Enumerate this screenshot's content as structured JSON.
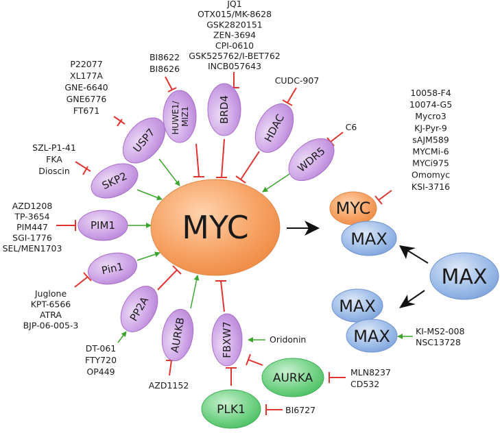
{
  "colors": {
    "purple": "#c79ce0",
    "orange": "#f5a468",
    "blue": "#8fb1e3",
    "green": "#66cc7a",
    "inhibit": "#e0322f",
    "activate": "#3aa42c",
    "arrow": "#111111"
  },
  "center": "MYC",
  "regulators": [
    {
      "id": "usp7",
      "name": "USP7",
      "effect": "activate",
      "inhibitors": [
        "P22077",
        "XL177A",
        "GNE-6640",
        "GNE6776",
        "FT671"
      ]
    },
    {
      "id": "huwe1",
      "name": "HUWE1/\nMIZ1",
      "effect": "inhibit",
      "inhibitors": [
        "BI8622",
        "BI8626"
      ]
    },
    {
      "id": "brd4",
      "name": "BRD4",
      "effect": "inhibit",
      "inhibitors": [
        "JQ1",
        "OTX015/MK-8628",
        "GSK2820151",
        "ZEN-3694",
        "CPI-0610",
        "GSK525762/I-BET762",
        "INCB057643"
      ]
    },
    {
      "id": "hdac",
      "name": "HDAC",
      "effect": "inhibit",
      "inhibitors": [
        "CUDC-907"
      ]
    },
    {
      "id": "wdr5",
      "name": "WDR5",
      "effect": "activate",
      "inhibitors": [
        "C6"
      ]
    },
    {
      "id": "skp2",
      "name": "SKP2",
      "effect": "activate",
      "inhibitors": [
        "SZL-P1-41",
        "FKA",
        "Dioscin"
      ]
    },
    {
      "id": "pim1",
      "name": "PIM1",
      "effect": "activate",
      "inhibitors": [
        "AZD1208",
        "TP-3654",
        "PIM447",
        "SGI-1776",
        "SEL/MEN1703"
      ]
    },
    {
      "id": "pin1",
      "name": "Pin1",
      "effect": "activate",
      "inhibitors": [
        "Juglone",
        "KPT-6566",
        "ATRA",
        "BJP-06-005-3"
      ]
    },
    {
      "id": "pp2a",
      "name": "PP2A",
      "effect": "inhibit",
      "activators": [
        "DT-061",
        "FTY720",
        "OP449"
      ]
    },
    {
      "id": "aurkb",
      "name": "AURKB",
      "effect": "activate",
      "inhibitors": [
        "AZD1152"
      ]
    },
    {
      "id": "fbxw7",
      "name": "FBXW7",
      "effect": "inhibit",
      "activators": [
        "Oridonin"
      ]
    },
    {
      "id": "aurka",
      "name": "AURKA",
      "inhibitors": [
        "MLN8237",
        "CD532"
      ]
    },
    {
      "id": "plk1",
      "name": "PLK1",
      "inhibitors": [
        "BI6727"
      ]
    }
  ],
  "myc_inhibitors": [
    "10058-F4",
    "10074-G5",
    "Mycro3",
    "KJ-Pyr-9",
    "sAJM589",
    "MYCMi-6",
    "MYCi975",
    "Omomyc",
    "KSI-3716"
  ],
  "complex": {
    "myc": "MYC",
    "max": "MAX"
  },
  "max_free": "MAX",
  "max_dimer": {
    "top": "MAX",
    "bottom": "MAX"
  },
  "max_dimer_stabilizers": [
    "KI-MS2-008",
    "NSC13728"
  ]
}
